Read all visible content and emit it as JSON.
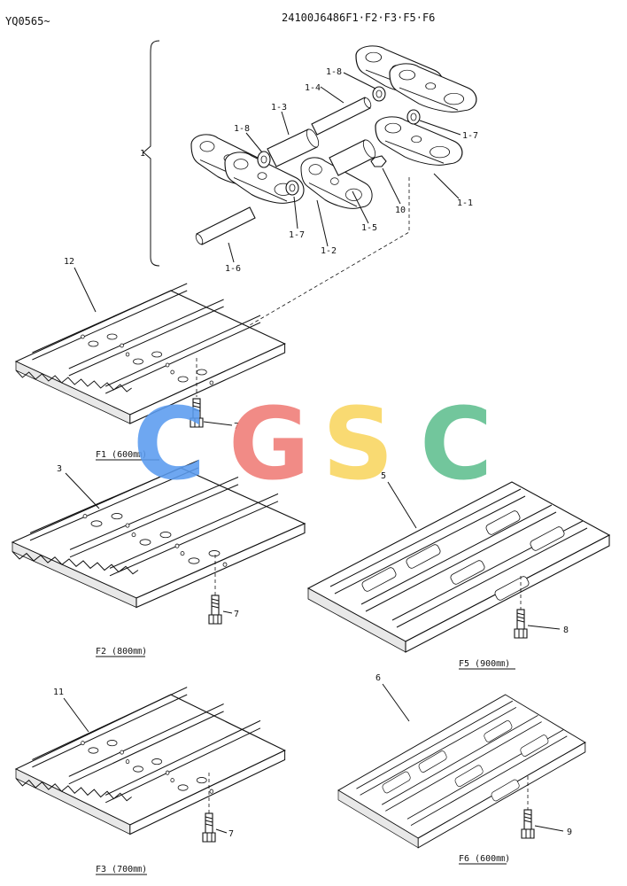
{
  "header": {
    "serial": "YQ0565~",
    "part_number": "24100J6486F1·F2·F3·F5·F6"
  },
  "watermark": {
    "letters": [
      "C",
      "G",
      "S",
      "C"
    ],
    "colors": [
      "#5b9cf0",
      "#f07c76",
      "#f9d55f",
      "#5fbf8f"
    ]
  },
  "callouts": {
    "assembly": "1",
    "link_r": "1-1",
    "link_l": "1-2",
    "bushing": "1-3",
    "pin": "1-4",
    "bushing_master": "1-5",
    "pin_master": "1-6",
    "seal_b": "1-7",
    "seal_d": "1-7",
    "ring_a": "1-8",
    "ring_c": "1-8",
    "nut": "10",
    "shoe_f1": "12",
    "bolt_f1": "7",
    "shoe_f2": "3",
    "bolt_f2": "7",
    "shoe_f3": "11",
    "bolt_f3": "7",
    "shoe_f5": "5",
    "bolt_f5": "8",
    "shoe_f6": "6",
    "bolt_f6": "9"
  },
  "captions": {
    "f1": "F1 (600㎜)",
    "f2": "F2 (800㎜)",
    "f3": "F3 (700㎜)",
    "f5": "F5 (900㎜)",
    "f6": "F6 (600㎜)"
  }
}
